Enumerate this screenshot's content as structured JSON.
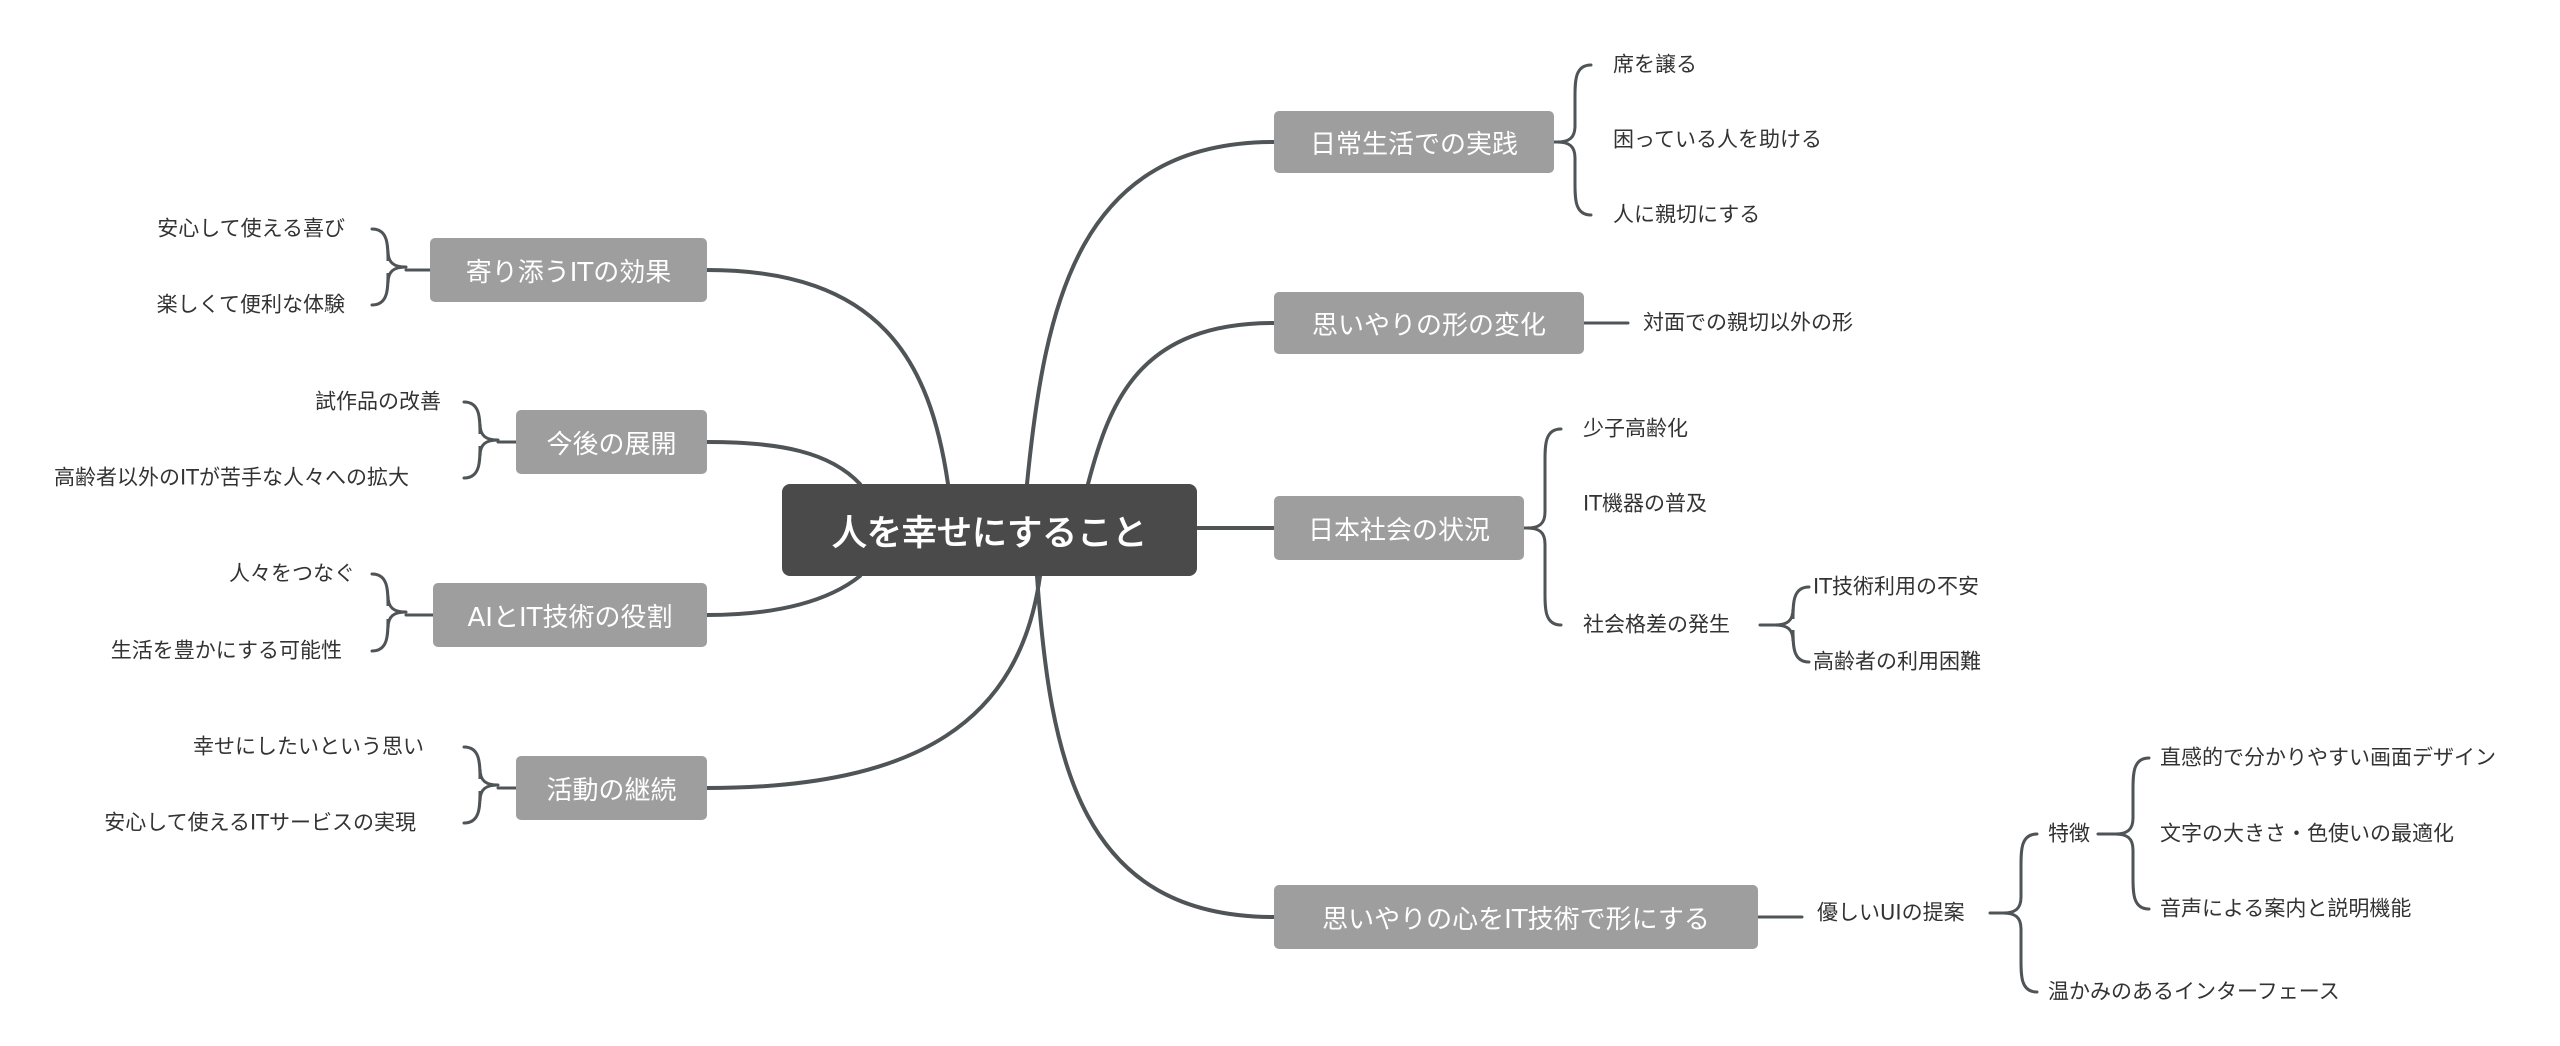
{
  "root": {
    "label": "人を幸せにすること"
  },
  "right": [
    {
      "id": "daily",
      "label": "日常生活での実践",
      "children": [
        {
          "label": "席を譲る"
        },
        {
          "label": "困っている人を助ける"
        },
        {
          "label": "人に親切にする"
        }
      ]
    },
    {
      "id": "change",
      "label": "思いやりの形の変化",
      "children": [
        {
          "label": "対面での親切以外の形"
        }
      ]
    },
    {
      "id": "society",
      "label": "日本社会の状況",
      "children": [
        {
          "label": "少子高齢化"
        },
        {
          "label": "IT機器の普及"
        },
        {
          "label": "社会格差の発生",
          "children": [
            {
              "label": "IT技術利用の不安"
            },
            {
              "label": "高齢者の利用困難"
            }
          ]
        }
      ]
    },
    {
      "id": "kindness",
      "label": "思いやりの心をIT技術で形にする",
      "children": [
        {
          "label": "優しいUIの提案",
          "children": [
            {
              "label": "特徴",
              "children": [
                {
                  "label": "直感的で分かりやすい画面デザイン"
                },
                {
                  "label": "文字の大きさ・色使いの最適化"
                },
                {
                  "label": "音声による案内と説明機能"
                }
              ]
            },
            {
              "label": "温かみのあるインターフェース"
            }
          ]
        }
      ]
    }
  ],
  "left": [
    {
      "id": "effect",
      "label": "寄り添うITの効果",
      "children": [
        {
          "label": "安心して使える喜び"
        },
        {
          "label": "楽しくて便利な体験"
        }
      ]
    },
    {
      "id": "future",
      "label": "今後の展開",
      "children": [
        {
          "label": "試作品の改善"
        },
        {
          "label": "高齢者以外のITが苦手な人々への拡大"
        }
      ]
    },
    {
      "id": "role",
      "label": "AIとIT技術の役割",
      "children": [
        {
          "label": "人々をつなぐ"
        },
        {
          "label": "生活を豊かにする可能性"
        }
      ]
    },
    {
      "id": "continue",
      "label": "活動の継続",
      "children": [
        {
          "label": "幸せにしたいという思い"
        },
        {
          "label": "安心して使えるITサービスの実現"
        }
      ]
    }
  ],
  "colors": {
    "root_fill": "#4a4a4a",
    "branch_fill": "#9e9e9e",
    "line": "#4f5457",
    "leaf_text": "#333333"
  }
}
